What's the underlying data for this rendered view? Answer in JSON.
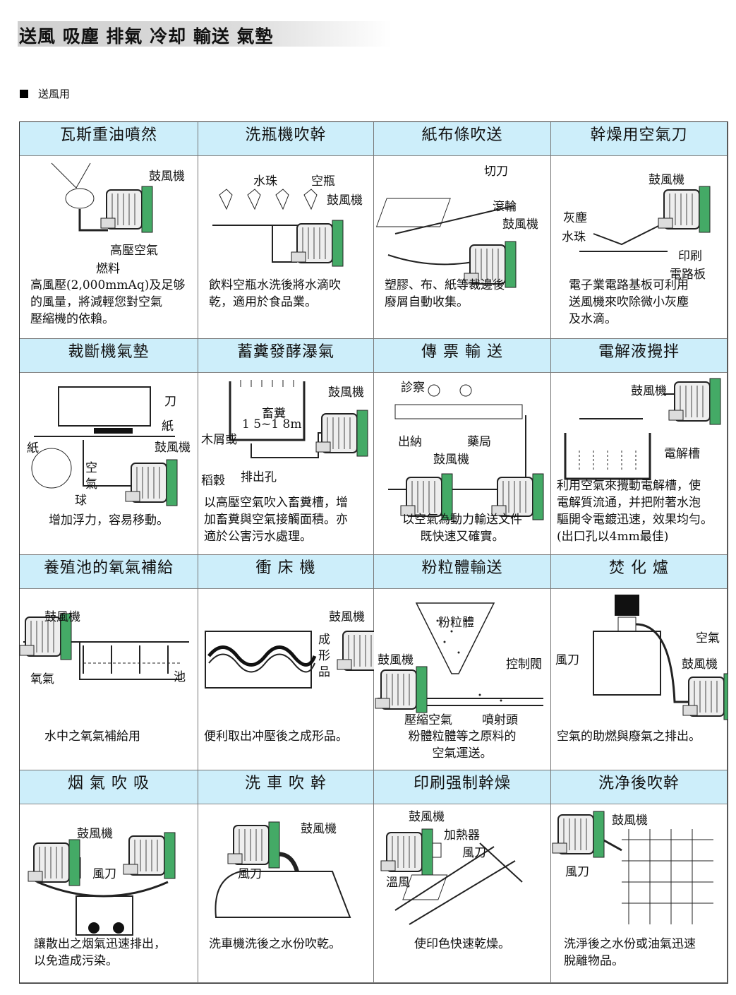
{
  "page_title": "送風 吸塵 排氣 冷却 輸送 氣墊",
  "section_label": "送風用",
  "header_color": "#cdeefa",
  "cells": [
    {
      "title": "瓦斯重油噴然",
      "labels": [
        "鼓風機",
        "高壓空氣",
        "燃料"
      ],
      "desc": [
        "高風壓(2,000mmAq)及足够",
        "的風量，將減輕您對空氣",
        "壓縮機的依賴。"
      ]
    },
    {
      "title": "洗瓶機吹幹",
      "labels": [
        "水珠",
        "空瓶",
        "鼓風機"
      ],
      "desc": [
        "飲料空瓶水洗後將水滴吹",
        "乾，適用於食品業。"
      ]
    },
    {
      "title": "紙布條吹送",
      "labels": [
        "切刀",
        "滾輪",
        "鼓風機"
      ],
      "desc": [
        "塑膠、布、紙等裁邊後",
        "廢屑自動收集。"
      ]
    },
    {
      "title": "幹燥用空氣刀",
      "labels": [
        "鼓風機",
        "灰塵",
        "水珠",
        "印刷",
        "電路板"
      ],
      "desc": [
        "電子業電路基板可利用",
        "送風機來吹除微小灰塵",
        "及水滴。"
      ]
    },
    {
      "title": "裁斷機氣墊",
      "labels": [
        "刀",
        "紙",
        "紙",
        "鼓風機",
        "空",
        "氣",
        "球"
      ],
      "desc": [
        "增加浮力，容易移動。"
      ]
    },
    {
      "title": "蓄糞發酵瀑氣",
      "labels": [
        "鼓風機",
        "畜糞",
        "1 5~1 8m",
        "木屑或",
        "稻穀",
        "排出孔"
      ],
      "desc": [
        "以高壓空氣吹入畜糞槽，增",
        "加畜糞與空氣接觸面積。亦",
        "適於公害污水處理。"
      ]
    },
    {
      "title": "傳 票 輸 送",
      "labels": [
        "診察",
        "出納",
        "藥局",
        "鼓風機"
      ],
      "desc": [
        "以空氣為動力輸送文件",
        "既快速又確實。"
      ]
    },
    {
      "title": "電解液攪拌",
      "labels": [
        "鼓風機",
        "電解槽"
      ],
      "desc": [
        "利用空氣來攪動電解槽，使",
        "電解質流通，并把附著水泡",
        "驅開令電鍍迅速，效果均勻。",
        "(出口孔以4mm最佳)"
      ]
    },
    {
      "title": "養殖池的氧氣補給",
      "labels": [
        "鼓風機",
        "氧氣",
        "池"
      ],
      "desc": [
        "水中之氧氣補給用"
      ]
    },
    {
      "title": "衝 床 機",
      "labels": [
        "鼓風機",
        "成",
        "形",
        "品"
      ],
      "desc": [
        "便利取出冲壓後之成形品。"
      ]
    },
    {
      "title": "粉粒體輸送",
      "labels": [
        "粉粒體",
        "鼓風機",
        "控制閥",
        "壓縮空氣",
        "噴射頭"
      ],
      "desc": [
        "粉體粒體等之原料的",
        "空氣運送。"
      ]
    },
    {
      "title": "焚 化 爐",
      "labels": [
        "空氣",
        "風刀",
        "鼓風機"
      ],
      "desc": [
        "空氣的助燃與廢氣之排出。"
      ]
    },
    {
      "title": "烟 氣 吹 吸",
      "labels": [
        "鼓風機",
        "風刀"
      ],
      "desc": [
        "讓散出之烟氣迅速排出，",
        "以免造成污染。"
      ]
    },
    {
      "title": "洗 車 吹 幹",
      "labels": [
        "鼓風機",
        "風刀"
      ],
      "desc": [
        "洗車機洗後之水份吹乾。"
      ]
    },
    {
      "title": "印刷强制幹燥",
      "labels": [
        "鼓風機",
        "加熱器",
        "風刀",
        "溫風"
      ],
      "desc": [
        "使印色快速乾燥。"
      ]
    },
    {
      "title": "洗净後吹幹",
      "labels": [
        "鼓風機",
        "風刀"
      ],
      "desc": [
        "洗淨後之水份或油氣迅速",
        "脫離物品。"
      ]
    }
  ]
}
